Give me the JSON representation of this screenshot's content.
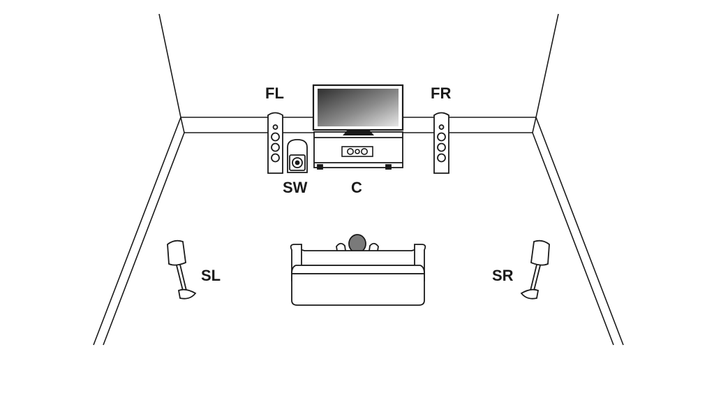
{
  "labels": {
    "front_left": "FL",
    "front_right": "FR",
    "subwoofer": "SW",
    "center": "C",
    "surround_left": "SL",
    "surround_right": "SR"
  },
  "colors": {
    "line": "#1a1a1a",
    "fill": "#ffffff",
    "listener": "#7a7a7a",
    "screen_dark": "#3a3a3a",
    "screen_light": "#e0e0e0"
  }
}
